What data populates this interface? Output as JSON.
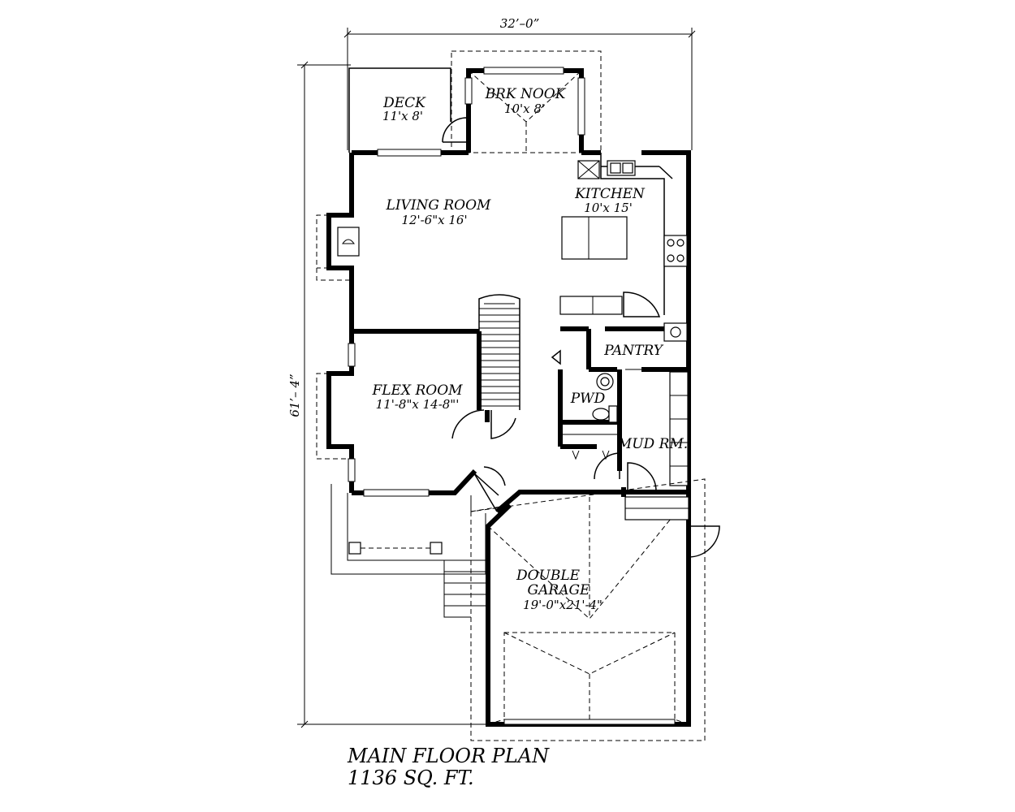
{
  "dimensions": {
    "width": "32’–0”",
    "depth": "61’– 4”"
  },
  "rooms": {
    "deck": {
      "name": "DECK",
      "size": "11'x 8'"
    },
    "brk_nook": {
      "name": "BRK NOOK",
      "size": "10'x 8'"
    },
    "living_room": {
      "name": "LIVING ROOM",
      "size": "12'-6\"x 16'"
    },
    "kitchen": {
      "name": "KITCHEN",
      "size": "10'x 15'"
    },
    "pantry": {
      "name": "PANTRY"
    },
    "flex_room": {
      "name": "FLEX ROOM",
      "size": "11'-8\"x 14-8\"'"
    },
    "pwd": {
      "name": "PWD"
    },
    "mud_rm": {
      "name": "MUD RM."
    },
    "double_garage": {
      "name_line1": "DOUBLE",
      "name_line2": "GARAGE",
      "size": "19'-0\"x21'-4\""
    }
  },
  "plan": {
    "title": "MAIN FLOOR PLAN",
    "area": "1136 SQ. FT."
  }
}
